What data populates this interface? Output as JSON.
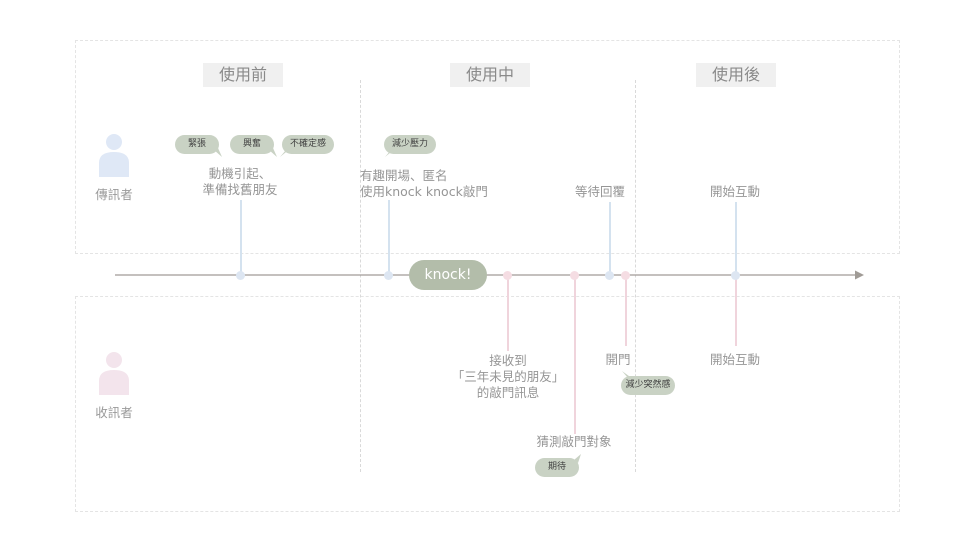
{
  "phases": {
    "before": "使用前",
    "during": "使用中",
    "after": "使用後"
  },
  "roles": {
    "sender": "傳訊者",
    "receiver": "收訊者"
  },
  "colors": {
    "sender_stem": "#d4e2ef",
    "sender_dot": "#dde6f2",
    "receiver_stem": "#f0d4dc",
    "receiver_dot": "#f5dde3",
    "bubble": "#c9d2c4",
    "knock": "#b3bdaa",
    "axis": "#a09b96",
    "sender_avatar": "#dfe8f6",
    "receiver_avatar": "#f3e4ec"
  },
  "sender_events": {
    "e1": "動機引起、\n準備找舊朋友",
    "e2": "有趣開場、匿名\n使用knock knock敲門",
    "e3": "等待回覆",
    "e4": "開始互動"
  },
  "receiver_events": {
    "e1": "接收到\n「三年未見的朋友」\n的敲門訊息",
    "e2": "猜測敲門對象",
    "e3": "開門",
    "e4": "開始互動"
  },
  "emotions": {
    "nervous": "緊張",
    "excited": "興奮",
    "uncertain": "不確定感",
    "less_pressure": "減少壓力",
    "less_abrupt": "減少突然感",
    "anticipation": "期待"
  },
  "center_label": "knock!"
}
